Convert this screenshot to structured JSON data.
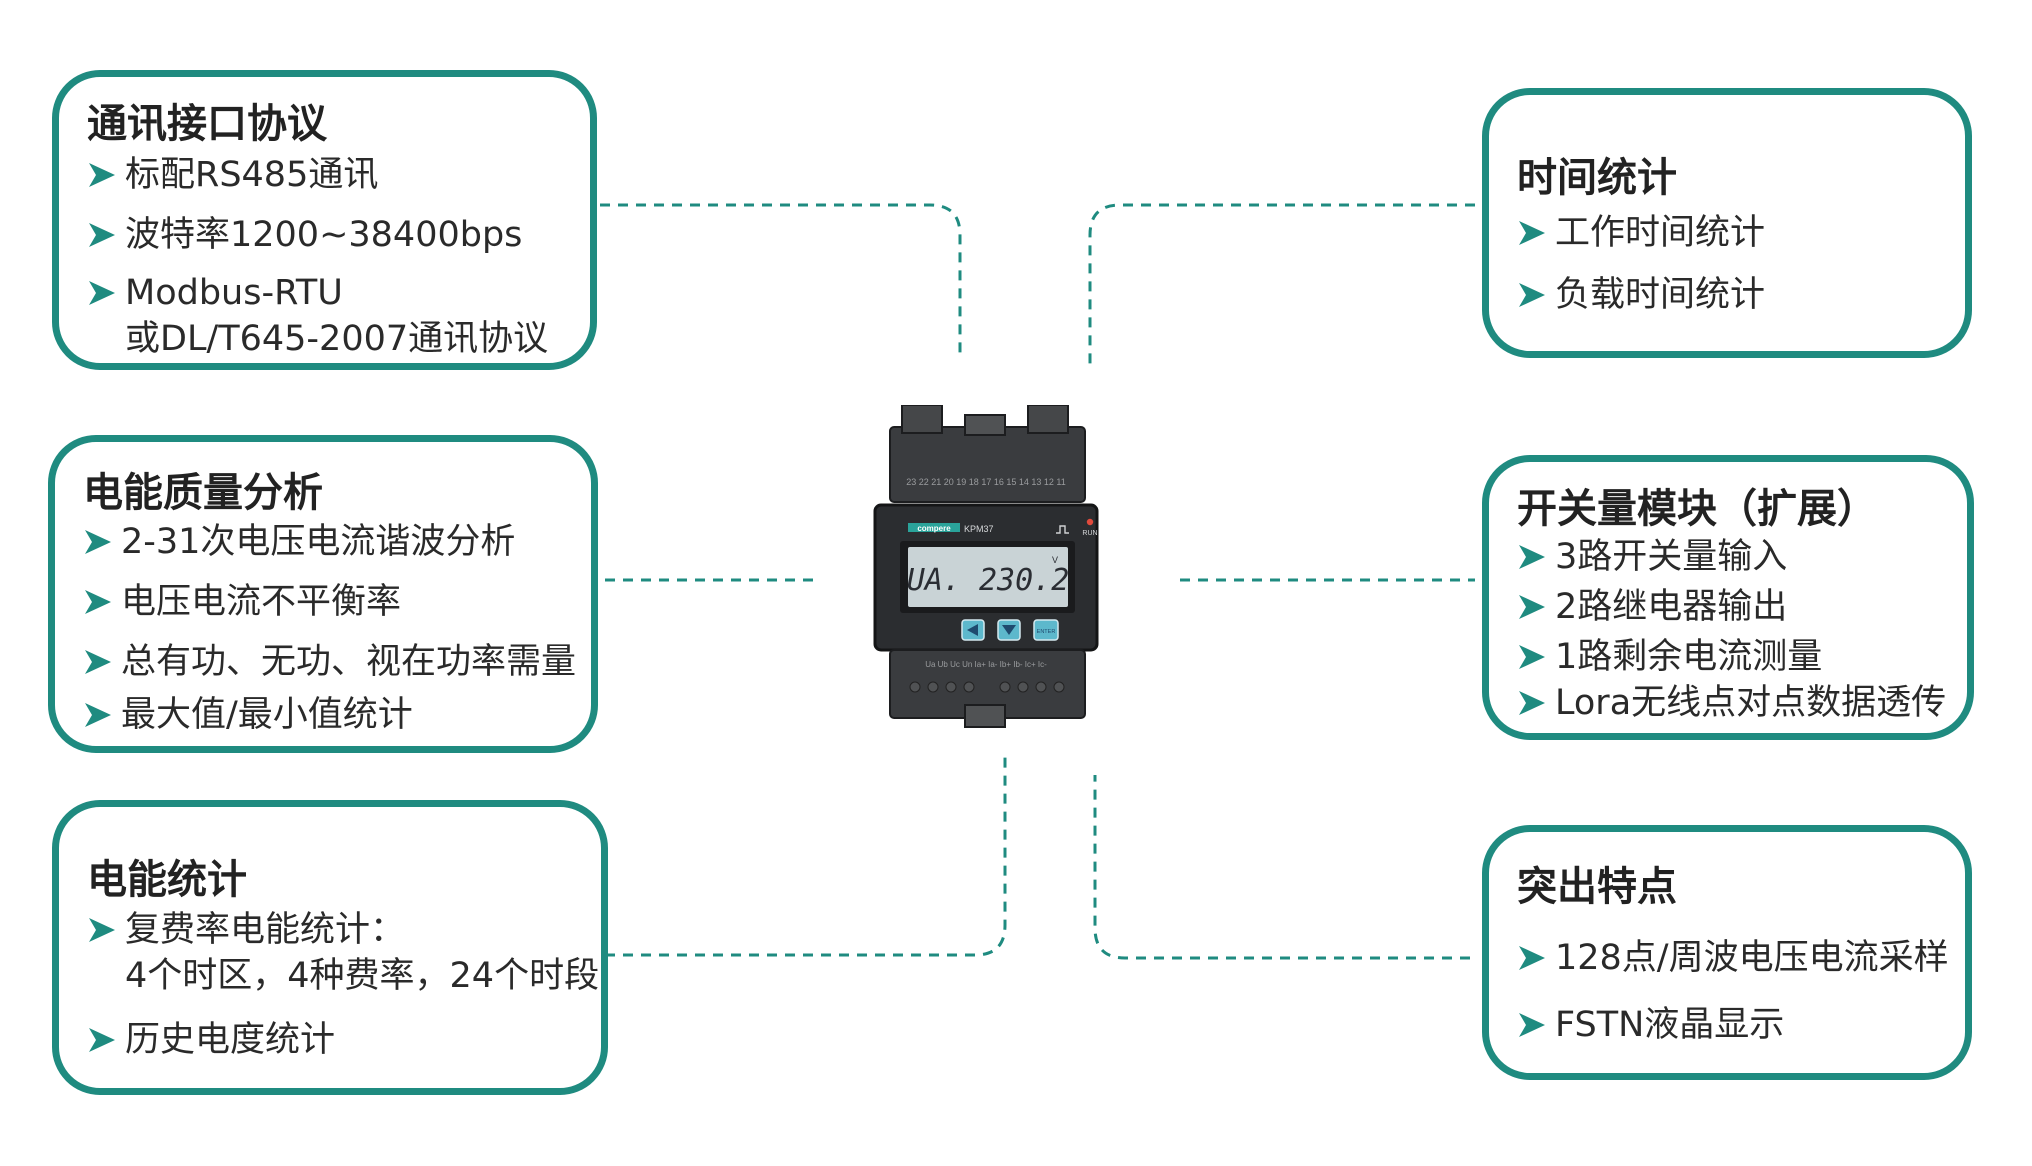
{
  "boxes": {
    "comm": {
      "title": "通讯接口协议",
      "items": [
        {
          "text": "标配RS485通讯"
        },
        {
          "text": "波特率1200~38400bps"
        },
        {
          "text": "Modbus-RTU",
          "text2": "或DL/T645-2007通讯协议"
        }
      ]
    },
    "quality": {
      "title": "电能质量分析",
      "items": [
        {
          "text": "2-31次电压电流谐波分析"
        },
        {
          "text": "电压电流不平衡率"
        },
        {
          "text": "总有功、无功、视在功率需量"
        },
        {
          "text": "最大值/最小值统计"
        }
      ]
    },
    "energy": {
      "title": "电能统计",
      "items": [
        {
          "text": "复费率电能统计：",
          "text2": "4个时区，4种费率，24个时段"
        },
        {
          "text": "历史电度统计"
        }
      ]
    },
    "time": {
      "title": "时间统计",
      "items": [
        {
          "text": "工作时间统计"
        },
        {
          "text": "负载时间统计"
        }
      ]
    },
    "switch": {
      "title": "开关量模块（扩展）",
      "items": [
        {
          "text": "3路开关量输入"
        },
        {
          "text": "2路继电器输出"
        },
        {
          "text": "1路剩余电流测量"
        },
        {
          "text": "Lora无线点对点数据透传"
        }
      ]
    },
    "features": {
      "title": "突出特点",
      "items": [
        {
          "text": "128点/周波电压电流采样"
        },
        {
          "text": "FSTN液晶显示"
        }
      ]
    }
  },
  "device": {
    "brand": "compere",
    "model": "KPM37",
    "lcd_text": "UA. 230.2",
    "lcd_unit": "V",
    "run_label": "RUN",
    "enter_label": "ENTER",
    "top_terminals": "23 22 21 20 19 18 17 16 15 14 13 12 11",
    "bottom_terminals": "Ua Ub Uc Un Ia+ Ia- Ib+ Ib- Ic+ Ic-"
  },
  "colors": {
    "accent": "#1f8b80",
    "arrow": "#1f8b80",
    "device_body": "#2b2d30",
    "lcd_bg": "#c9d3d6"
  }
}
